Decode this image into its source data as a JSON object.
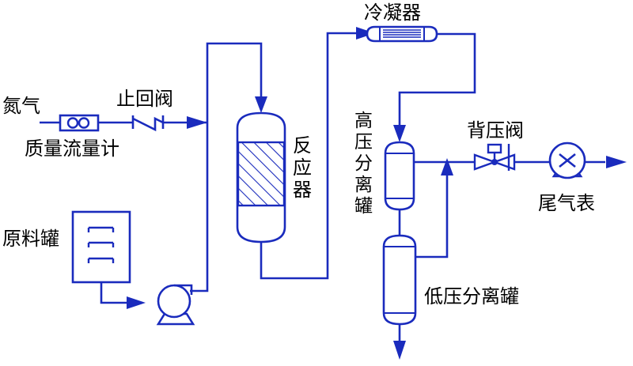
{
  "colors": {
    "line": "#1a2bbd",
    "text": "#000000",
    "background": "#ffffff"
  },
  "labels": {
    "nitrogen": "氮气",
    "mass_flow_meter": "质量流量计",
    "check_valve": "止回阀",
    "raw_tank": "原料罐",
    "reactor": [
      "反",
      "应",
      "器"
    ],
    "condenser": "冷凝器",
    "hp_separator": [
      "高",
      "压",
      "分",
      "离",
      "罐"
    ],
    "back_pressure_valve": "背压阀",
    "gas_meter": "尾气表",
    "lp_separator": "低压分离罐"
  },
  "icons": {
    "flow_meter": "double-circle-icon",
    "check_valve": "check-valve-icon",
    "pump": "pump-icon",
    "back_pressure_valve": "valve-icon",
    "gas_meter": "x-circle-icon",
    "condenser": "heat-exchanger-icon"
  }
}
